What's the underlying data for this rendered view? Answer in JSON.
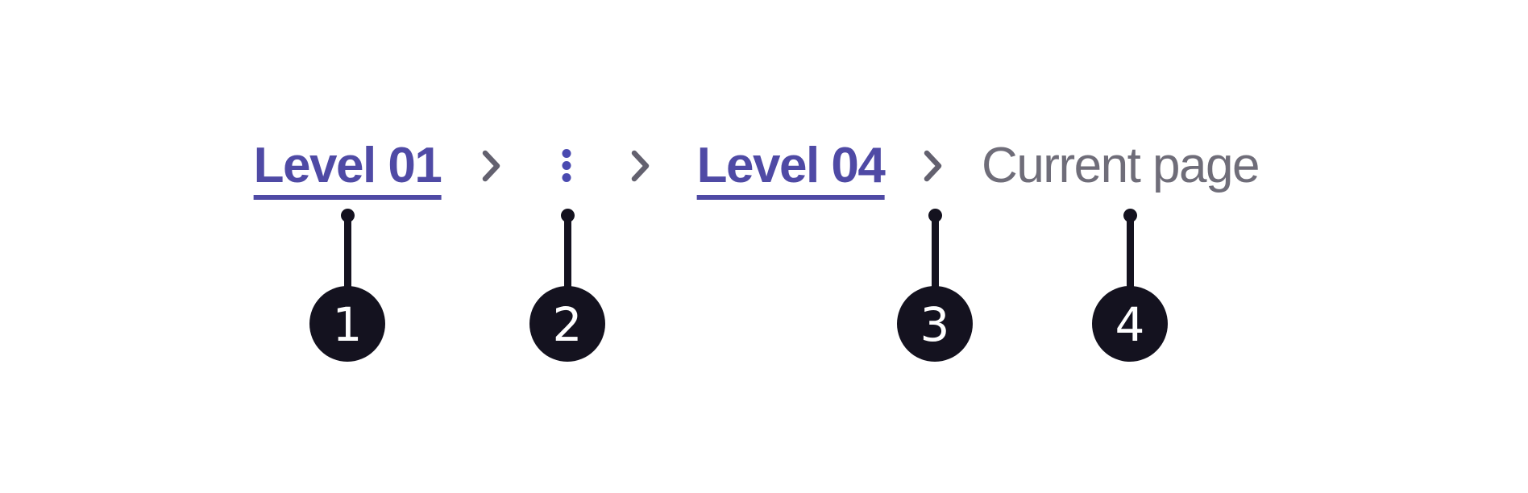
{
  "breadcrumb": {
    "items": [
      {
        "label": "Level 01",
        "type": "link"
      },
      {
        "type": "overflow-menu",
        "icon": "overflow-ellipsis-icon"
      },
      {
        "label": "Level 04",
        "type": "link"
      },
      {
        "label": "Current page",
        "type": "current-page"
      }
    ],
    "separator_icon": "chevron-right-icon"
  },
  "callouts": [
    {
      "number": "1",
      "points_to": "breadcrumb link"
    },
    {
      "number": "2",
      "points_to": "overflow menu"
    },
    {
      "number": "3",
      "points_to": "separator"
    },
    {
      "number": "4",
      "points_to": "current page"
    }
  ],
  "colors": {
    "link_purple": "#4F4AA5",
    "overflow_dot_purple": "#4A4AB0",
    "separator_gray": "#63616F",
    "current_page_gray": "#6F6D79",
    "callout_dark": "#14121F",
    "callout_number_white": "#FFFFFF",
    "background": "#FFFFFF"
  }
}
